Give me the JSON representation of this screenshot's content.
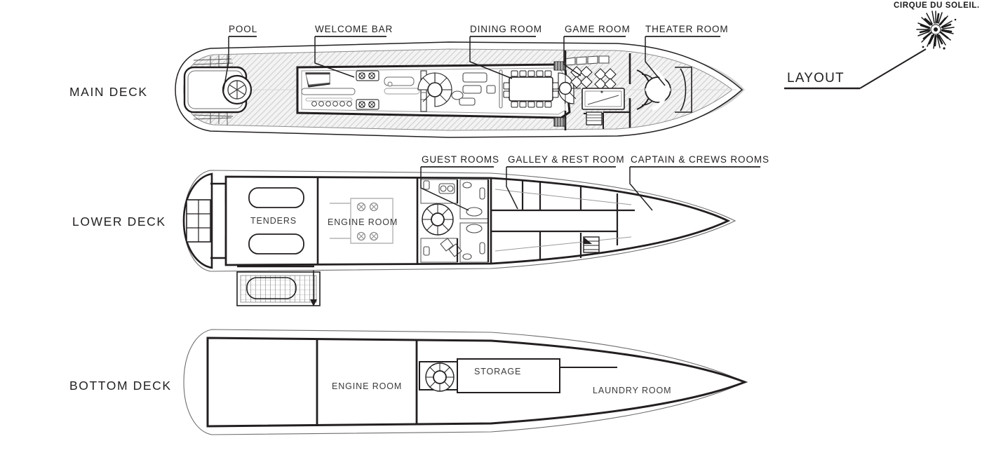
{
  "brand": {
    "name": "CIRQUE DU SOLEIL.",
    "logo_icon": "sunburst-logo-icon"
  },
  "sheet": {
    "title": "LAYOUT",
    "background_color": "#ffffff",
    "ink_color": "#231f20",
    "shade_color": "#d2d2d2",
    "hatch_color": "#c9c9c9"
  },
  "decks": [
    {
      "id": "main-deck",
      "title": "MAIN DECK",
      "callouts": [
        {
          "label": "POOL"
        },
        {
          "label": "WELCOME BAR"
        },
        {
          "label": "DINING ROOM"
        },
        {
          "label": "GAME ROOM"
        },
        {
          "label": "THEATER ROOM"
        }
      ],
      "room_labels": []
    },
    {
      "id": "lower-deck",
      "title": "LOWER DECK",
      "callouts": [
        {
          "label": "GUEST ROOMS"
        },
        {
          "label": "GALLEY & REST ROOM"
        },
        {
          "label": "CAPTAIN & CREWS ROOMS"
        }
      ],
      "room_labels": [
        {
          "label": "TENDERS"
        },
        {
          "label": "ENGINE ROOM"
        }
      ]
    },
    {
      "id": "bottom-deck",
      "title": "BOTTOM DECK",
      "callouts": [],
      "room_labels": [
        {
          "label": "ENGINE ROOM"
        },
        {
          "label": "STORAGE"
        },
        {
          "label": "LAUNDRY ROOM"
        }
      ]
    }
  ]
}
